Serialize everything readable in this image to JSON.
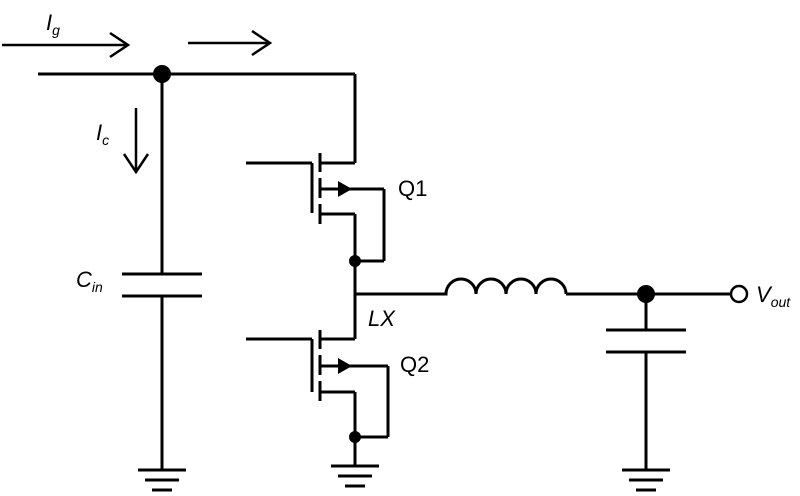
{
  "labels": {
    "ig_main": "I",
    "ig_sub": "g",
    "ic_main": "I",
    "ic_sub": "c",
    "cin_main": "C",
    "cin_sub": "in",
    "q1": "Q1",
    "q2": "Q2",
    "lx": "LX",
    "vout_main": "V",
    "vout_sub": "out"
  },
  "colors": {
    "line": "#000000",
    "background": "#ffffff"
  }
}
